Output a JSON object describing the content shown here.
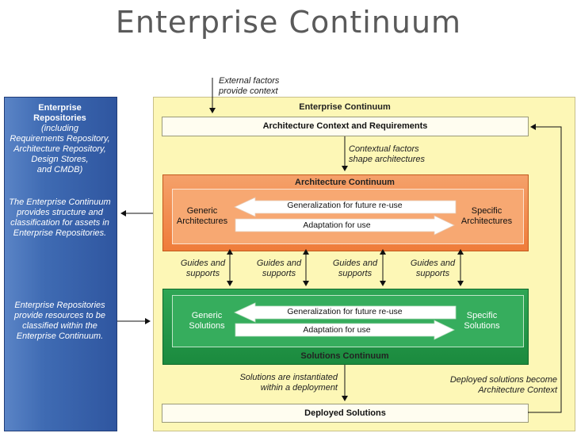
{
  "title": "Enterprise Continuum",
  "external_factors": [
    "External factors",
    "provide context"
  ],
  "left_panel": {
    "heading": [
      "Enterprise",
      "Repositories"
    ],
    "including": [
      "(including",
      "Requirements Repository,",
      "Architecture Repository,",
      "Design Stores,",
      "and CMDB)"
    ],
    "structure": [
      "The Enterprise Continuum",
      "provides structure and",
      "classification for assets in",
      "Enterprise Repositories."
    ],
    "classified": [
      "Enterprise Repositories",
      "provide resources to be",
      "classified within the",
      "Enterprise Continuum."
    ]
  },
  "main": {
    "title": "Enterprise Continuum",
    "context_box": "Architecture Context and Requirements",
    "contextual_factors": [
      "Contextual factors",
      "shape architectures"
    ],
    "architecture": {
      "title": "Architecture Continuum",
      "left": [
        "Generic",
        "Architectures"
      ],
      "right": [
        "Specific",
        "Architectures"
      ],
      "generalization": "Generalization for future re-use",
      "adaptation": "Adaptation for use"
    },
    "guides": [
      [
        "Guides and",
        "supports"
      ],
      [
        "Guides and",
        "supports"
      ],
      [
        "Guides and",
        "supports"
      ],
      [
        "Guides and",
        "supports"
      ]
    ],
    "solutions": {
      "title": "Solutions Continuum",
      "left": [
        "Generic",
        "Solutions"
      ],
      "right": [
        "Specific",
        "Solutions"
      ],
      "generalization": "Generalization for future re-use",
      "adaptation": "Adaptation for use"
    },
    "instantiated": [
      "Solutions are instantiated",
      "within a deployment"
    ],
    "deployed_become": [
      "Deployed solutions become",
      "Architecture Context"
    ],
    "deployed_box": "Deployed Solutions"
  }
}
